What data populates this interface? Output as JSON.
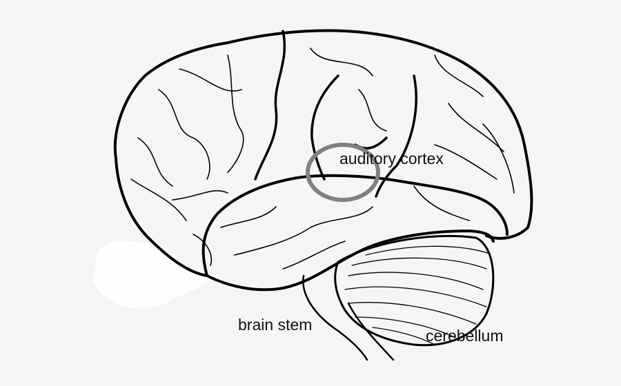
{
  "diagram": {
    "labels": {
      "auditory_cortex": "auditory cortex",
      "brain_stem": "brain stem",
      "cerebellum": "cerebellum"
    },
    "colors": {
      "background": "#f5f5f5",
      "outline": "#000000",
      "highlight_circle": "#808080"
    }
  }
}
